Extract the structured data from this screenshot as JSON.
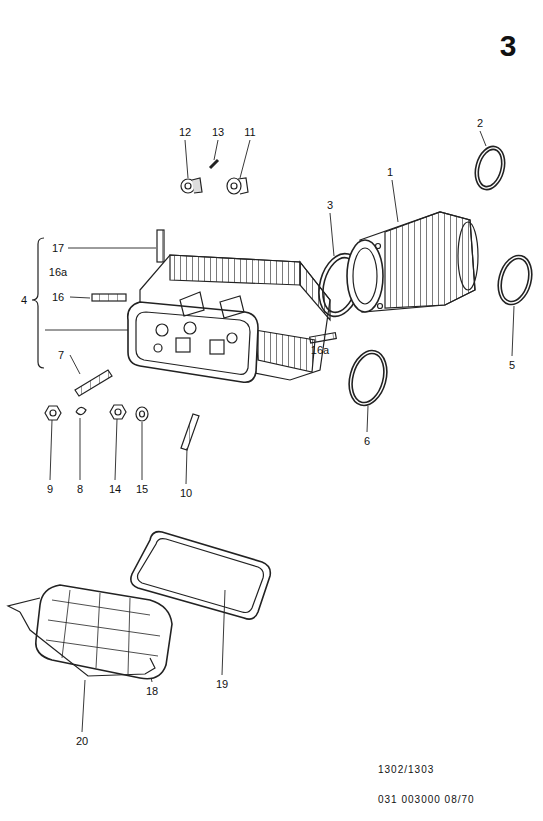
{
  "diagram": {
    "labels": [
      "3",
      "12",
      "13",
      "11",
      "2",
      "1",
      "3",
      "17",
      "16a",
      "16",
      "4",
      "7",
      "16a",
      "5",
      "6",
      "9",
      "8",
      "14",
      "15",
      "10",
      "19",
      "18",
      "20",
      "1302/1303",
      "031 003000 08/70"
    ]
  }
}
